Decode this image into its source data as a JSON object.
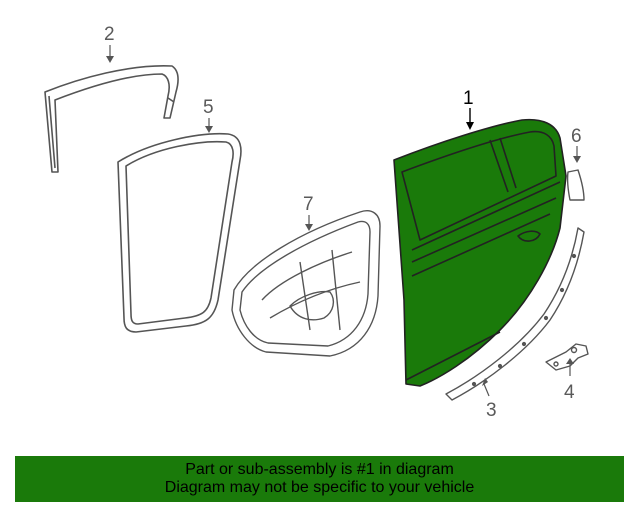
{
  "diagram": {
    "callouts": {
      "door_shell": "1",
      "belt_weatherstrip": "2",
      "lower_seal": "3",
      "hinge_bracket": "4",
      "door_weatherstrip": "5",
      "applique": "6",
      "water_deflector": "7"
    },
    "colors": {
      "highlight_part": "#1a7a0a",
      "line": "#555555",
      "banner_background": "#1a7a0a"
    }
  },
  "banner": {
    "line1": "Part or sub-assembly is #1 in diagram",
    "line2": "Diagram may not be specific to your vehicle"
  }
}
